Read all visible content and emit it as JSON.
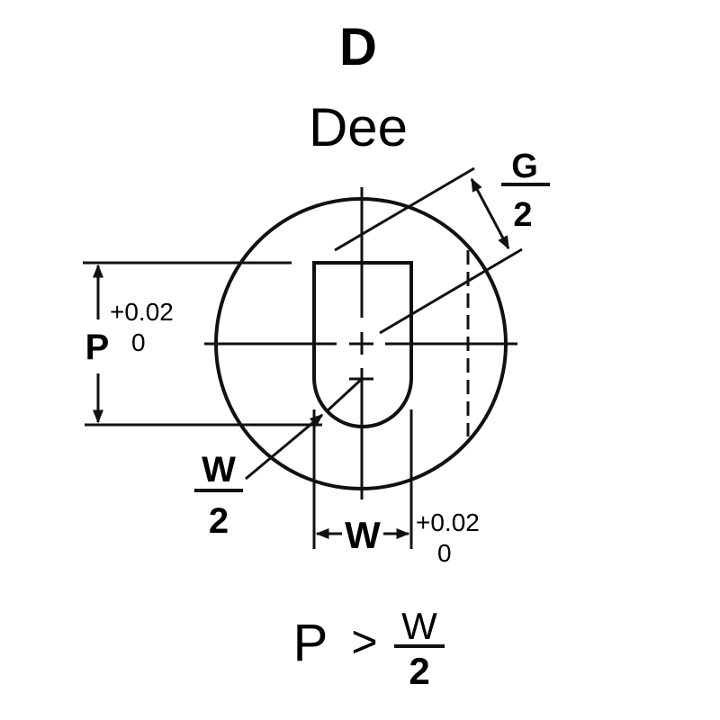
{
  "title": "D",
  "subtitle": "Dee",
  "colors": {
    "line": "#111111",
    "slot_fill": "#e5e5e7",
    "background": "#ffffff"
  },
  "labels": {
    "g_top": "G",
    "g_bottom": "2",
    "p": "P",
    "p_tol_plus": "+0.02",
    "p_tol_zero": "0",
    "w_half_top": "W",
    "w_half_bottom": "2",
    "w": "W",
    "w_tol_plus": "+0.02",
    "w_tol_zero": "0"
  },
  "formula": {
    "left": "P",
    "operator": ">",
    "num": "W",
    "den": "2"
  }
}
